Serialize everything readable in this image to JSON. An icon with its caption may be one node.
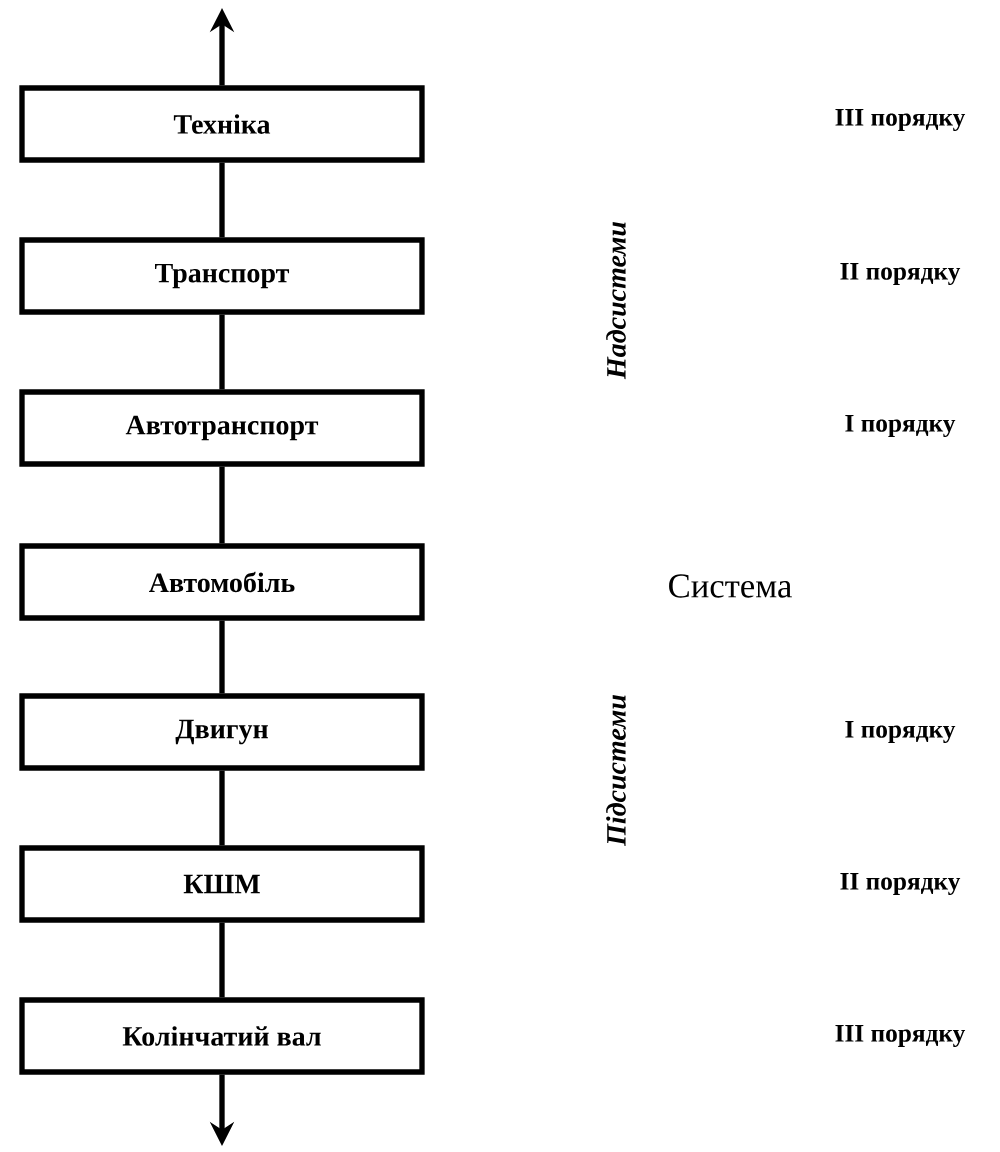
{
  "diagram": {
    "nodes": [
      {
        "text": [
          "Техніка"
        ]
      },
      {
        "text": [
          "Транспорт"
        ]
      },
      {
        "text": [
          "Автотранспорт"
        ]
      },
      {
        "text": [
          "Автомобіль"
        ]
      },
      {
        "text": [
          "Двигун"
        ]
      },
      {
        "text": [
          "КШМ"
        ]
      },
      {
        "text": [
          "Колінчатий вал"
        ]
      }
    ],
    "edges": [
      {
        "from": 0,
        "to": null,
        "arrow": "to"
      },
      {
        "from": 0,
        "to": 1,
        "arrow": "none"
      },
      {
        "from": 1,
        "to": 2,
        "arrow": "none"
      },
      {
        "from": 2,
        "to": 3,
        "arrow": "none"
      },
      {
        "from": 3,
        "to": 4,
        "arrow": "none"
      },
      {
        "from": 4,
        "to": 5,
        "arrow": "none"
      },
      {
        "from": 5,
        "to": 6,
        "arrow": "none"
      },
      {
        "from": 6,
        "to": null,
        "arrow": "to"
      }
    ],
    "labels": [
      "III порядку",
      "Надсистеми",
      "II порядку",
      "I порядку",
      "Система",
      "Підсистеми",
      "I порядку",
      "II порядку",
      "III порядку"
    ]
  }
}
